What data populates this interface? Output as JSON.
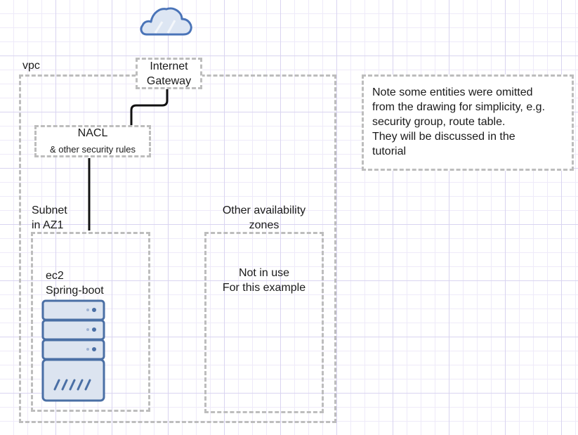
{
  "vpc": {
    "label": "vpc"
  },
  "internet_gateway": {
    "label_line1": "Internet",
    "label_line2": "Gateway"
  },
  "nacl": {
    "label": "NACL",
    "sublabel": "& other security rules"
  },
  "subnet": {
    "label_line1": "Subnet",
    "label_line2": "in AZ1",
    "instance_line1": "ec2",
    "instance_line2": "Spring-boot",
    "icon": "server-icon"
  },
  "other_zones": {
    "label_line1": "Other availability",
    "label_line2": "zones",
    "body_line1": "Not in use",
    "body_line2": "For this example"
  },
  "note": {
    "lines": [
      "Note some entities were omitted",
      "from the drawing for simplicity, e.g.",
      "security group, route table.",
      "They will be discussed in the",
      "tutorial"
    ]
  },
  "colors": {
    "dashed_border": "#bdbdbd",
    "connector": "#111111",
    "cloud_fill": "#dde6f3",
    "cloud_stroke": "#4a74b8",
    "server_fill": "#dce4f0",
    "server_stroke": "#4a6fa5"
  }
}
